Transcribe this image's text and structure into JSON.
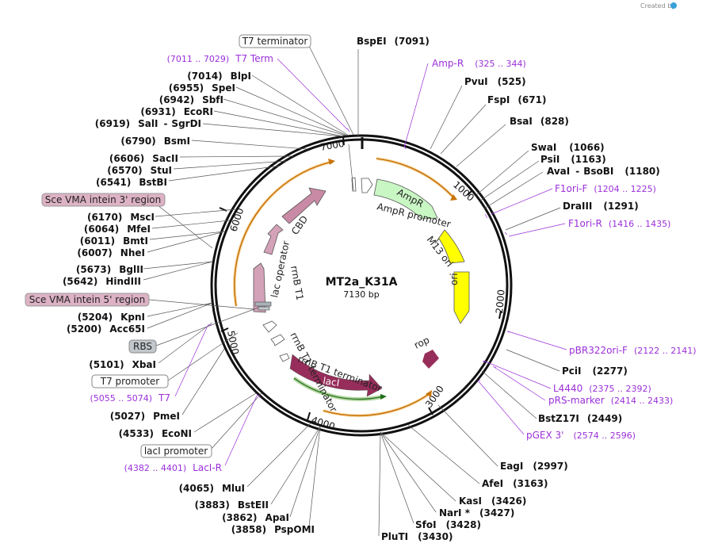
{
  "brand": "Created by",
  "plasmid": {
    "name": "MT2a_K31A",
    "length": "7130 bp"
  },
  "ticks": {
    "t1000": "1000",
    "t2000": "2000",
    "t3000": "3000",
    "t4000": "4000",
    "t5000": "5000",
    "t6000": "6000",
    "t7000": "7000"
  },
  "features": {
    "ampr_promoter": "AmpR promoter",
    "ampr": "AmpR",
    "m13_ori": "M13 ori",
    "ori": "ori",
    "rop": "rop",
    "laci": "lacI",
    "rrnb_t1_terminator": "rrnB T1 terminator",
    "rrnb_t1": "rrnB T1",
    "lac_operator": "lac operator",
    "cbd": "CBD"
  },
  "enzymes": {
    "bspei": {
      "name": "BspEI",
      "pos": "(7091)"
    },
    "pvui": {
      "name": "PvuI",
      "pos": "(525)"
    },
    "fspi": {
      "name": "FspI",
      "pos": "(671)"
    },
    "bsai": {
      "name": "BsaI",
      "pos": "(828)"
    },
    "swai": {
      "name": "SwaI",
      "pos": "(1066)"
    },
    "psii": {
      "name": "PsiI",
      "pos": "(1163)"
    },
    "avai": {
      "name": "AvaI",
      "sep": "-",
      "alt": "BsoBI",
      "pos": "(1180)"
    },
    "draiii": {
      "name": "DraIII",
      "pos": "(1291)"
    },
    "pcii": {
      "name": "PciI",
      "pos": "(2277)"
    },
    "bstz17i": {
      "name": "BstZ17I",
      "pos": "(2449)"
    },
    "eagi": {
      "name": "EagI",
      "pos": "(2997)"
    },
    "afei": {
      "name": "AfeI",
      "pos": "(3163)"
    },
    "kasi": {
      "name": "KasI",
      "pos": "(3426)"
    },
    "nari": {
      "name": "NarI *",
      "pos": "(3427)"
    },
    "sfoi": {
      "name": "SfoI",
      "pos": "(3428)"
    },
    "pluti": {
      "name": "PluTI",
      "pos": "(3430)"
    },
    "blpi": {
      "name": "BlpI",
      "pos": "(7014)"
    },
    "spei": {
      "name": "SpeI",
      "pos": "(6955)"
    },
    "sbfi": {
      "name": "SbfI",
      "pos": "(6942)"
    },
    "ecori": {
      "name": "EcoRI",
      "pos": "(6931)"
    },
    "sali": {
      "name": "SalI",
      "sep": "-",
      "alt": "SgrDI",
      "pos": "(6919)"
    },
    "bsmi": {
      "name": "BsmI",
      "pos": "(6790)"
    },
    "sacii": {
      "name": "SacII",
      "pos": "(6606)"
    },
    "stui": {
      "name": "StuI",
      "pos": "(6570)"
    },
    "bstbi": {
      "name": "BstBI",
      "pos": "(6541)"
    },
    "msci": {
      "name": "MscI",
      "pos": "(6170)"
    },
    "mfei": {
      "name": "MfeI",
      "pos": "(6064)"
    },
    "bmti": {
      "name": "BmtI",
      "pos": "(6011)"
    },
    "nhei": {
      "name": "NheI",
      "pos": "(6007)"
    },
    "bglii": {
      "name": "BglII",
      "pos": "(5673)"
    },
    "hindiii": {
      "name": "HindIII",
      "pos": "(5642)"
    },
    "kpni": {
      "name": "KpnI",
      "pos": "(5204)"
    },
    "acc65i": {
      "name": "Acc65I",
      "pos": "(5200)"
    },
    "xbai": {
      "name": "XbaI",
      "pos": "(5101)"
    },
    "pmei": {
      "name": "PmeI",
      "pos": "(5027)"
    },
    "econi": {
      "name": "EcoNI",
      "pos": "(4533)"
    },
    "mlui": {
      "name": "MluI",
      "pos": "(4065)"
    },
    "bsteii": {
      "name": "BstEII",
      "pos": "(3883)"
    },
    "apai": {
      "name": "ApaI",
      "pos": "(3862)"
    },
    "pspomi": {
      "name": "PspOMI",
      "pos": "(3858)"
    }
  },
  "primers": {
    "amp_r": {
      "name": "Amp-R",
      "range": "(325 .. 344)"
    },
    "f1ori_f": {
      "name": "F1ori-F",
      "range": "(1204 .. 1225)"
    },
    "f1ori_r": {
      "name": "F1ori-R",
      "range": "(1416 .. 1435)"
    },
    "pbr322ori_f": {
      "name": "pBR322ori-F",
      "range": "(2122 .. 2141)"
    },
    "l4440": {
      "name": "L4440",
      "range": "(2375 .. 2392)"
    },
    "prs_marker": {
      "name": "pRS-marker",
      "range": "(2414 .. 2433)"
    },
    "pgex_3": {
      "name": "pGEX 3'",
      "range": "(2574 .. 2596)"
    },
    "laci_r": {
      "name": "LacI-R",
      "range": "(4382 .. 4401)"
    },
    "t7": {
      "name": "T7",
      "range": "(5055 .. 5074)"
    },
    "t7_term": {
      "name": "T7 Term",
      "range": "(7011 .. 7029)"
    }
  },
  "boxes": {
    "t7_terminator": "T7 terminator",
    "sce_3": "Sce VMA intein 3' region",
    "sce_5": "Sce VMA intein 5' region",
    "rbs": "RBS",
    "t7_promoter": "T7 promoter",
    "laci_promoter": "lacI promoter"
  },
  "colors": {
    "primer": "#9b30d9",
    "ampr": "#c9f7c4",
    "ori": "#ffff00",
    "laci": "#962d5a",
    "intein": "#dcb2c4",
    "orf": "#f0a020",
    "brand": "#3aa1d8"
  }
}
